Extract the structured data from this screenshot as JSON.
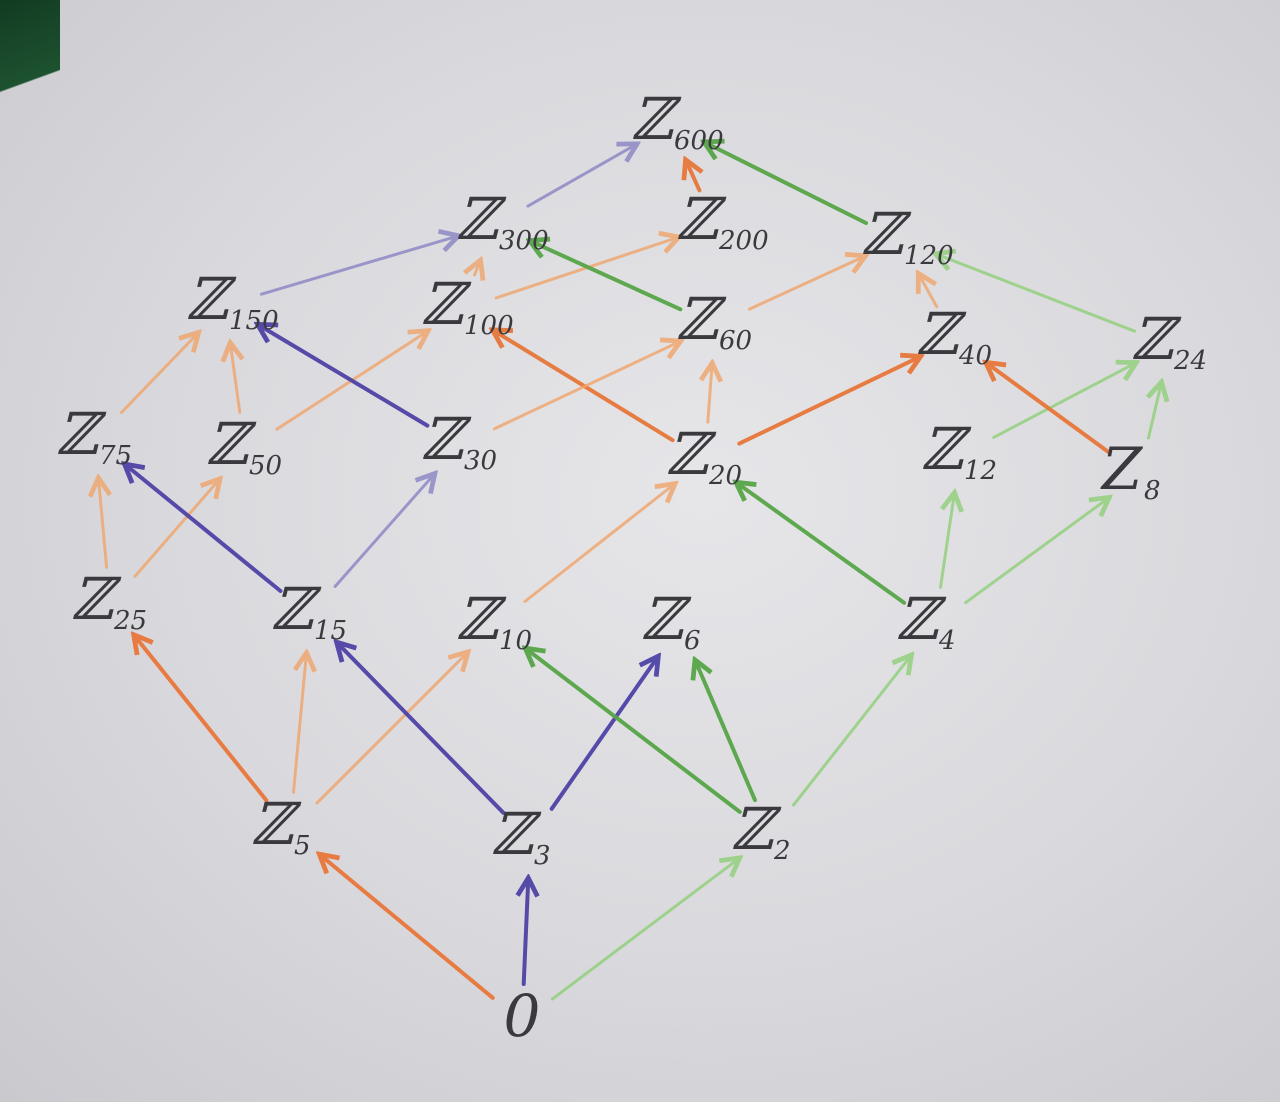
{
  "colors": {
    "orange": "#f0a46a",
    "dark_orange": "#e8773a",
    "purple": "#8a84c4",
    "dark_purple": "#4e43a6",
    "green": "#8fcf78",
    "dark_green": "#57a648",
    "ink": "#3a3a3e"
  },
  "nodes": [
    {
      "id": "0",
      "letter": "",
      "sub": "0"
    },
    {
      "id": "z5",
      "letter": "ℤ",
      "sub": "5"
    },
    {
      "id": "z3",
      "letter": "ℤ",
      "sub": "3"
    },
    {
      "id": "z2",
      "letter": "ℤ",
      "sub": "2"
    },
    {
      "id": "z25",
      "letter": "ℤ",
      "sub": "25"
    },
    {
      "id": "z15",
      "letter": "ℤ",
      "sub": "15"
    },
    {
      "id": "z10",
      "letter": "ℤ",
      "sub": "10"
    },
    {
      "id": "z6",
      "letter": "ℤ",
      "sub": "6"
    },
    {
      "id": "z4",
      "letter": "ℤ",
      "sub": "4"
    },
    {
      "id": "z75",
      "letter": "ℤ",
      "sub": "75"
    },
    {
      "id": "z50",
      "letter": "ℤ",
      "sub": "50"
    },
    {
      "id": "z30",
      "letter": "ℤ",
      "sub": "30"
    },
    {
      "id": "z20",
      "letter": "ℤ",
      "sub": "20"
    },
    {
      "id": "z12",
      "letter": "ℤ",
      "sub": "12"
    },
    {
      "id": "z8",
      "letter": "Z",
      "sub": "8"
    },
    {
      "id": "z150",
      "letter": "ℤ",
      "sub": "150"
    },
    {
      "id": "z100",
      "letter": "ℤ",
      "sub": "100"
    },
    {
      "id": "z60",
      "letter": "ℤ",
      "sub": "60"
    },
    {
      "id": "z40",
      "letter": "ℤ",
      "sub": "40"
    },
    {
      "id": "z24",
      "letter": "ℤ",
      "sub": "24"
    },
    {
      "id": "z300",
      "letter": "ℤ",
      "sub": "300"
    },
    {
      "id": "z200",
      "letter": "ℤ",
      "sub": "200"
    },
    {
      "id": "z120",
      "letter": "ℤ",
      "sub": "120"
    },
    {
      "id": "z600",
      "letter": "ℤ",
      "sub": "600"
    }
  ],
  "edges": [
    {
      "from": "0",
      "to": "z5",
      "color": "dark_orange"
    },
    {
      "from": "0",
      "to": "z3",
      "color": "dark_purple"
    },
    {
      "from": "0",
      "to": "z2",
      "color": "green"
    },
    {
      "from": "z5",
      "to": "z25",
      "color": "dark_orange"
    },
    {
      "from": "z5",
      "to": "z15",
      "color": "orange"
    },
    {
      "from": "z5",
      "to": "z10",
      "color": "orange"
    },
    {
      "from": "z3",
      "to": "z15",
      "color": "dark_purple"
    },
    {
      "from": "z3",
      "to": "z6",
      "color": "dark_purple"
    },
    {
      "from": "z2",
      "to": "z10",
      "color": "dark_green"
    },
    {
      "from": "z2",
      "to": "z6",
      "color": "dark_green"
    },
    {
      "from": "z2",
      "to": "z4",
      "color": "green"
    },
    {
      "from": "z25",
      "to": "z75",
      "color": "orange"
    },
    {
      "from": "z25",
      "to": "z50",
      "color": "orange"
    },
    {
      "from": "z15",
      "to": "z75",
      "color": "dark_purple"
    },
    {
      "from": "z15",
      "to": "z30",
      "color": "purple"
    },
    {
      "from": "z10",
      "to": "z20",
      "color": "orange"
    },
    {
      "from": "z4",
      "to": "z20",
      "color": "dark_green"
    },
    {
      "from": "z4",
      "to": "z12",
      "color": "green"
    },
    {
      "from": "z4",
      "to": "z8",
      "color": "green"
    },
    {
      "from": "z75",
      "to": "z150",
      "color": "orange"
    },
    {
      "from": "z50",
      "to": "z150",
      "color": "orange"
    },
    {
      "from": "z50",
      "to": "z100",
      "color": "orange"
    },
    {
      "from": "z30",
      "to": "z150",
      "color": "dark_purple"
    },
    {
      "from": "z20",
      "to": "z100",
      "color": "dark_orange"
    },
    {
      "from": "z30",
      "to": "z60",
      "color": "orange"
    },
    {
      "from": "z20",
      "to": "z60",
      "color": "orange"
    },
    {
      "from": "z20",
      "to": "z40",
      "color": "dark_orange"
    },
    {
      "from": "z12",
      "to": "z24",
      "color": "green"
    },
    {
      "from": "z8",
      "to": "z40",
      "color": "dark_orange"
    },
    {
      "from": "z8",
      "to": "z24",
      "color": "green"
    },
    {
      "from": "z150",
      "to": "z300",
      "color": "purple"
    },
    {
      "from": "z100",
      "to": "z300",
      "color": "orange"
    },
    {
      "from": "z100",
      "to": "z200",
      "color": "orange"
    },
    {
      "from": "z60",
      "to": "z300",
      "color": "dark_green"
    },
    {
      "from": "z60",
      "to": "z120",
      "color": "orange"
    },
    {
      "from": "z40",
      "to": "z120",
      "color": "orange"
    },
    {
      "from": "z24",
      "to": "z120",
      "color": "green"
    },
    {
      "from": "z300",
      "to": "z600",
      "color": "purple"
    },
    {
      "from": "z200",
      "to": "z600",
      "color": "dark_orange"
    },
    {
      "from": "z120",
      "to": "z600",
      "color": "dark_green"
    }
  ]
}
